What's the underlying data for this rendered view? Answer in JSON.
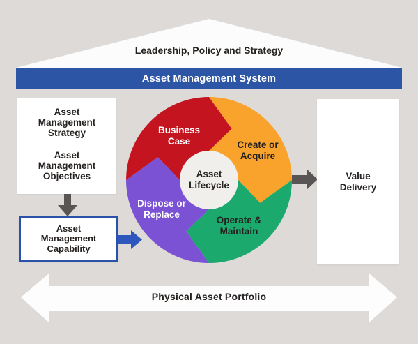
{
  "canvas": {
    "background": "#dddad8"
  },
  "roof": {
    "label": "Leadership, Policy and Strategy",
    "fill": "#fcfcfc"
  },
  "banner": {
    "label": "Asset Management System",
    "background": "#2d55a6",
    "text_color": "#ffffff"
  },
  "left_column": {
    "strategy_objectives_box": {
      "strategy": "Asset Management Strategy",
      "objectives": "Asset Management Objectives"
    },
    "capability_box": {
      "label": "Asset Management Capability",
      "border_color": "#2a52a8"
    }
  },
  "lifecycle": {
    "center": "Asset Lifecycle",
    "segments": [
      {
        "id": "business-case",
        "label": "Business Case",
        "color": "#c41420"
      },
      {
        "id": "create-or-acquire",
        "label": "Create or Acquire",
        "color": "#f9a22c"
      },
      {
        "id": "operate-and-maintain",
        "label": "Operate & Maintain",
        "color": "#1ca96d"
      },
      {
        "id": "dispose-or-replace",
        "label": "Dispose or Replace",
        "color": "#7b52d3"
      }
    ],
    "hub_fill": "#f1efec"
  },
  "right_column": {
    "value_box": {
      "label": "Value Delivery"
    }
  },
  "bottom": {
    "label": "Physical Asset Portfolio"
  },
  "connectors": {
    "gray": "#595555",
    "blue": "#2e57bd",
    "portfolio_fill": "#fdfdfd"
  }
}
